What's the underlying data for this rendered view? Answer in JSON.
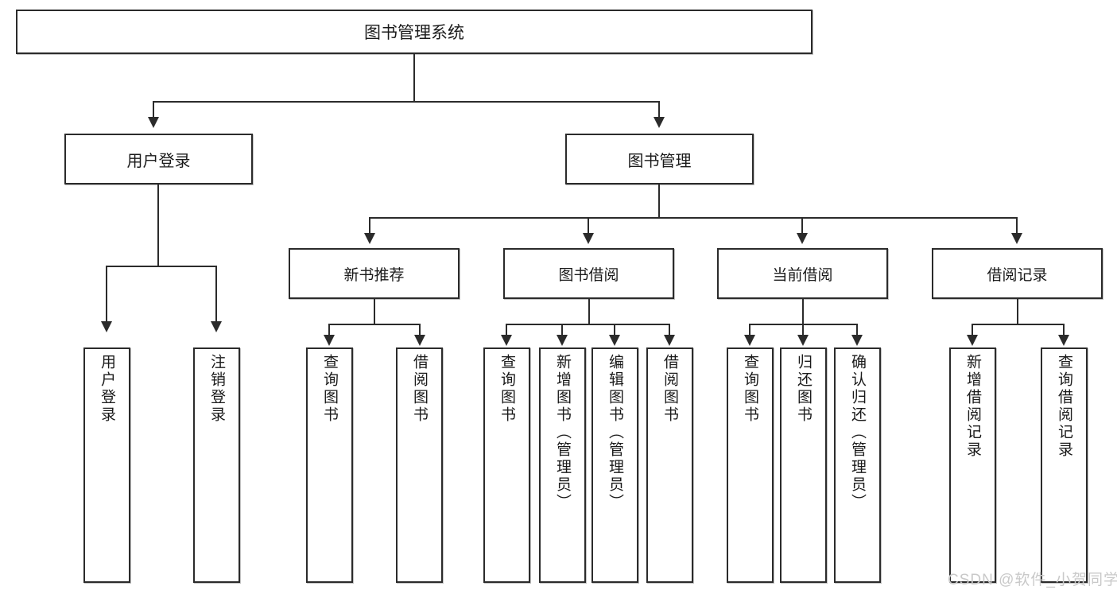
{
  "diagram": {
    "title": "图书管理系统",
    "root": {
      "label": "图书管理系统"
    },
    "level2": [
      {
        "label": "用户登录"
      },
      {
        "label": "图书管理"
      }
    ],
    "level3": [
      {
        "label": "新书推荐"
      },
      {
        "label": "图书借阅"
      },
      {
        "label": "当前借阅"
      },
      {
        "label": "借阅记录"
      }
    ],
    "leaves": {
      "user_login": [
        {
          "label": "用户登录"
        },
        {
          "label": "注销登录"
        }
      ],
      "new_book_recommend": [
        {
          "label": "查询图书"
        },
        {
          "label": "借阅图书"
        }
      ],
      "book_borrow": [
        {
          "label": "查询图书"
        },
        {
          "label": "新增图书（管理员）"
        },
        {
          "label": "编辑图书（管理员）"
        },
        {
          "label": "借阅图书"
        }
      ],
      "current_borrow": [
        {
          "label": "查询图书"
        },
        {
          "label": "归还图书"
        },
        {
          "label": "确认归还（管理员）"
        }
      ],
      "borrow_record": [
        {
          "label": "新增借阅记录"
        },
        {
          "label": "查询借阅记录"
        }
      ]
    }
  },
  "watermark": {
    "text": "CSDN @软件_小贺同学"
  },
  "colors": {
    "border": "#2b2b2b",
    "background": "#ffffff",
    "text": "#1a1a1a",
    "watermark": "#c9c9c9"
  }
}
